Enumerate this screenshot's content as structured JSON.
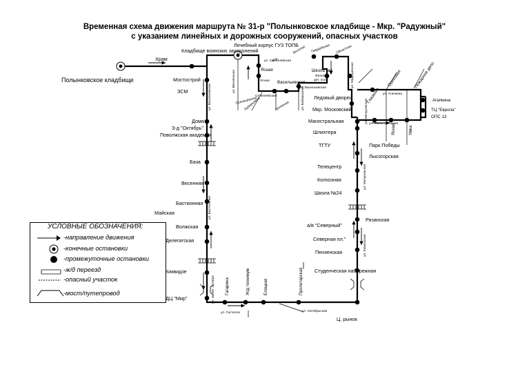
{
  "title": {
    "line1": "Временная  схема движения маршрута № 31-р \"Полынковское кладбище - Мкр. \"Радужный\"",
    "line2": "с указанием линейных и дорожных сооружений, опасных участков"
  },
  "stops": [
    {
      "id": "hram",
      "label": "Храм"
    },
    {
      "id": "polynkovskoe",
      "label": "Полынковское кладбище"
    },
    {
      "id": "kladbische-voinskih",
      "label": "Кладбище воинских захоронений"
    },
    {
      "id": "mostostroy",
      "label": "Мостострой"
    },
    {
      "id": "zsm",
      "label": "ЗСМ"
    },
    {
      "id": "doma",
      "label": "Дома"
    },
    {
      "id": "z-d-oktyabr",
      "label": "З-д \"Октябрь\""
    },
    {
      "id": "povolzhskaya-akademiya",
      "label": "Поволжская академия"
    },
    {
      "id": "baza",
      "label": "База"
    },
    {
      "id": "vesennyaya",
      "label": "Весенняя"
    },
    {
      "id": "bastionnaya",
      "label": "Бастионная"
    },
    {
      "id": "mayskaya",
      "label": "Майская"
    },
    {
      "id": "volzhskaya",
      "label": "Волжская"
    },
    {
      "id": "delegatskaya",
      "label": "Делегатская"
    },
    {
      "id": "kivvidze",
      "label": "Киквидзе"
    },
    {
      "id": "kdc-mir",
      "label": "КДЦ \"Мир\""
    },
    {
      "id": "gagarina",
      "label": "Гагарина"
    },
    {
      "id": "zhd-tehnikum",
      "label": "Ж/д техникум"
    },
    {
      "id": "eletskaya",
      "label": "Елецкая"
    },
    {
      "id": "proletarskaya",
      "label": "Пролетарская"
    },
    {
      "id": "ts-rynok",
      "label": "Ц. рынок"
    },
    {
      "id": "studencheskaya",
      "label": "Студенческая набережная"
    },
    {
      "id": "penzenskaya",
      "label": "Пензенская"
    },
    {
      "id": "severnaya-pl",
      "label": "Северная пл.\""
    },
    {
      "id": "av-severnyy",
      "label": "а/в \"Северный\""
    },
    {
      "id": "ryazanskaya",
      "label": "Рязанская"
    },
    {
      "id": "shkola-24",
      "label": "Школа №24"
    },
    {
      "id": "kolhoznaya",
      "label": "Колхозная"
    },
    {
      "id": "telecentr",
      "label": "Телецентр"
    },
    {
      "id": "tgtu",
      "label": "ТГТУ"
    },
    {
      "id": "lysogorskaya",
      "label": "Лысогорская"
    },
    {
      "id": "park-pobedy",
      "label": "Парк Победы"
    },
    {
      "id": "shlihtera",
      "label": "Шлихтера"
    },
    {
      "id": "magistralnaya",
      "label": "Магистральная"
    },
    {
      "id": "mkr-moskovskiy",
      "label": "Мкр. Московский"
    },
    {
      "id": "ledovyy-dvorec",
      "label": "Ледовый дворец"
    },
    {
      "id": "lechebnyy-korpus",
      "label": "Лечебный корпус ГУЗ ТОПБ"
    },
    {
      "id": "yasnaya",
      "label": "Ясная"
    },
    {
      "id": "vasilyevskaya",
      "label": "Васильевская"
    },
    {
      "id": "shkola-1",
      "label": "Школа №1"
    },
    {
      "id": "filial",
      "label": "Филиал"
    },
    {
      "id": "det-pol",
      "label": "дет. пол."
    },
    {
      "id": "agapkina",
      "label": "Агапкина"
    },
    {
      "id": "tc-evropa",
      "label": "ТЦ \"Европа\""
    },
    {
      "id": "ops-13",
      "label": "ОПС 13"
    },
    {
      "id": "yasnaya-2",
      "label": "Ясная"
    },
    {
      "id": "umka",
      "label": "Умка"
    }
  ],
  "streets": [
    {
      "id": "ul-bastionnaya",
      "label": "ул. Бастионная"
    },
    {
      "id": "ul-vasilyevskaya",
      "label": "ул. Васильевская"
    },
    {
      "id": "ul-40-let-oktyabrya",
      "label": "ул. 40 лет октября"
    },
    {
      "id": "ul-gastello",
      "label": "ул. Гастелло"
    },
    {
      "id": "ul-oktyabrskaya",
      "label": "ул. Октябрьская"
    },
    {
      "id": "ul-kavkazskaya",
      "label": "ул. Кавказская"
    },
    {
      "id": "ul-michurinskaya",
      "label": "ул. Мичуринская"
    },
    {
      "id": "ul-michurinskaya-2",
      "label": "ул. Мичуринская"
    },
    {
      "id": "ul-magistralnaya",
      "label": "ул. Магистральная"
    },
    {
      "id": "ul-agapkina",
      "label": "ул. Агапкина"
    },
    {
      "id": "ul-selezenyovskaya",
      "label": "ул. Селезнёвская"
    },
    {
      "id": "ul-selezenyovskaya-2",
      "label": "Селезнёвская"
    },
    {
      "id": "ul-meditsinskaya",
      "label": "ул. Медицинская"
    },
    {
      "id": "ul-vesnyanaya",
      "label": "ул. Веснянская"
    },
    {
      "id": "ul-vasilyevskaya-2",
      "label": "ул. Васильевская"
    },
    {
      "id": "ul-babarykina",
      "label": "ул. Бабарыкина"
    },
    {
      "id": "ul-babarykina-2",
      "label": "Бабарыкина"
    },
    {
      "id": "ul-solovyovskaya",
      "label": "Соловьёвская"
    },
    {
      "id": "ul-tselinnaya",
      "label": "Целинная"
    },
    {
      "id": "ul-yasnaya",
      "label": "Ясная"
    },
    {
      "id": "ul-gvardeyskaya",
      "label": "Гвардейская"
    },
    {
      "id": "ul-oblastnaya",
      "label": "Областная"
    },
    {
      "id": "ul-veselaya",
      "label": "Весёлая"
    },
    {
      "id": "ul-glazkova",
      "label": "Глазкова"
    },
    {
      "id": "ul-orehovaya",
      "label": "Ореховая"
    },
    {
      "id": "ul-pozharnoe-delo",
      "label": "Пожарное депо"
    },
    {
      "id": "ul-zhd",
      "label": "Ж/д"
    }
  ],
  "legend": {
    "title": "УСЛОВНЫЕ ОБОЗНАЧЕНИЯ:",
    "items": [
      {
        "icon": "arrow-icon",
        "label": "-направление движения"
      },
      {
        "icon": "terminal-stop-icon",
        "label": "-конечные остановки"
      },
      {
        "icon": "intermediate-stop-icon",
        "label": "-промежуточные остановки"
      },
      {
        "icon": "railway-crossing-icon",
        "label": "-ж/д переезд"
      },
      {
        "icon": "dangerous-section-icon",
        "label": "-опасный участок"
      },
      {
        "icon": "bridge-icon",
        "label": "-мост/путепровод"
      }
    ]
  }
}
